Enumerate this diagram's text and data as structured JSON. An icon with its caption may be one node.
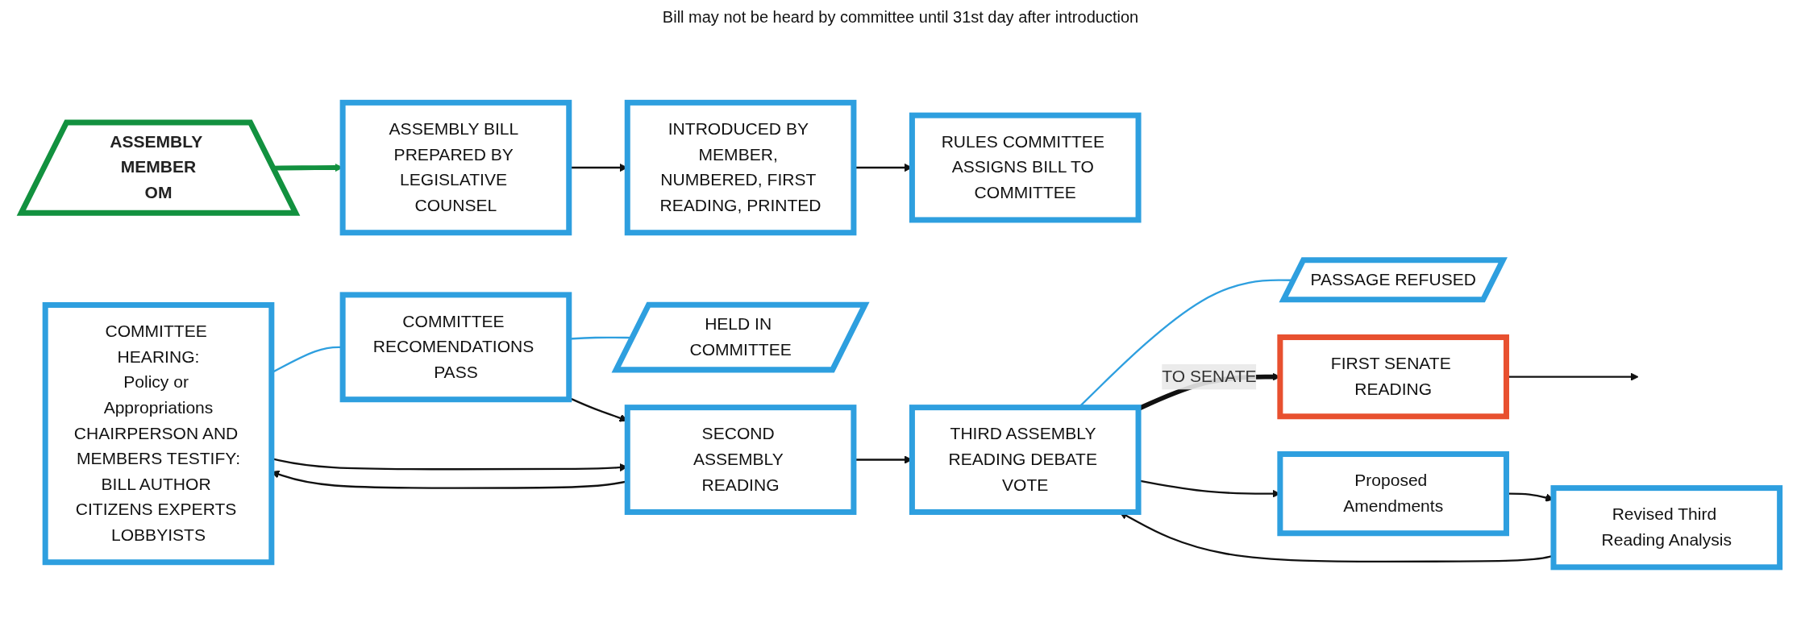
{
  "diagram": {
    "nodes": [
      {
        "text": [
          "ASSEMBLY MEMBER",
          "OM"
        ]
      },
      {
        "text": [
          "ASSEMBLY BILL PREPARED BY LEGISLATIVE COUNSEL"
        ]
      },
      {
        "text": [
          "INTRODUCED BY MEMBER, NUMBERED, FIRST READING, PRINTED"
        ]
      },
      {
        "text": [
          "RULES COMMITTEE ASSIGNS BILL TO COMMITTEE"
        ]
      },
      {
        "text": [
          "COMMITTEE HEARING:",
          "Policy or Appropriations",
          "CHAIRPERSON AND MEMBERS TESTIFY:",
          "BILL AUTHOR CITIZENS EXPERTS LOBBYISTS"
        ]
      },
      {
        "text": [
          "COMMITTEE RECOMENDATIONS PASS"
        ]
      },
      {
        "text": [
          "HELD IN COMMITTEE"
        ]
      },
      {
        "text": [
          "SECOND ASSEMBLY READING"
        ]
      },
      {
        "text": [
          "THIRD ASSEMBLY READING DEBATE VOTE"
        ]
      },
      {
        "text": [
          "PASSAGE REFUSED"
        ]
      },
      {
        "text": [
          "FIRST SENATE READING"
        ]
      },
      {
        "text": [
          "Proposed Amendments"
        ]
      },
      {
        "text": [
          "Revised Third Reading Analysis"
        ]
      }
    ],
    "edges": [
      {
        "from": 0,
        "to": 1,
        "arrow": "to",
        "style": "thick",
        "color": "#12913f"
      },
      {
        "from": 1,
        "to": 2,
        "arrow": "to"
      },
      {
        "from": 2,
        "to": 3,
        "arrow": "to"
      },
      {
        "from": 4,
        "to": 5,
        "arrow": "none",
        "color": "#2e9fdf"
      },
      {
        "from": 5,
        "to": 6,
        "arrow": "none",
        "color": "#2e9fdf"
      },
      {
        "from": 5,
        "to": 7,
        "arrow": "to"
      },
      {
        "from": 4,
        "to": 7,
        "arrow": "to"
      },
      {
        "from": 7,
        "to": 4,
        "arrow": "to"
      },
      {
        "from": 7,
        "to": 8,
        "arrow": "to"
      },
      {
        "from": 8,
        "to": 9,
        "arrow": "none",
        "color": "#2e9fdf"
      },
      {
        "from": 8,
        "to": 10,
        "label": "TO SENATE",
        "arrow": "to",
        "style": "thick"
      },
      {
        "from": 10,
        "to": null,
        "arrow": "to"
      },
      {
        "from": 8,
        "to": 11,
        "arrow": "to"
      },
      {
        "from": 11,
        "to": 12,
        "arrow": "to"
      },
      {
        "from": 12,
        "to": 8,
        "arrow": "to"
      }
    ],
    "labels": [
      "Bill may not be heard by committee until 31st day after introduction"
    ]
  }
}
